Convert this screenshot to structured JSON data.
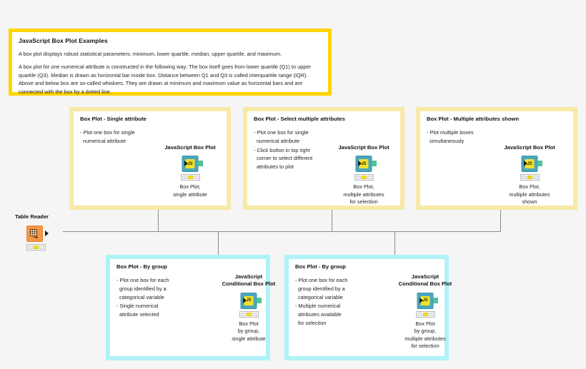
{
  "canvas": {
    "background": "#f5f5f5",
    "accent_yellow": "#FFD400",
    "group_yellow": "#f7e9a8",
    "group_cyan": "#b0f2f7",
    "node_js_color": "#4aa7bd",
    "node_reader_color": "#f79646"
  },
  "header_note": {
    "title": "JavaScript Box Plot Examples",
    "paragraph1": "A box plot displays robust statistical parameters: minimum, lower quartile, median, upper quartile, and maximum.",
    "paragraph2": "A box plot for one numerical attribute is constructed in the following way: The box itself goes from lower quartile (Q1) to upper quartile (Q3). Median is drawn as horizontal bar inside box. Distance between Q1 and Q3 is called interquartile range (IQR). Above and below box are so-called whiskers. They are drawn at minimum and maximum value as horizontal bars and are connected with the box by a dotted line."
  },
  "reader_node": {
    "title": "Table Reader",
    "icon": "table-grid-icon",
    "status": [
      "off",
      "on",
      "off"
    ]
  },
  "groups": [
    {
      "id": "single-attribute",
      "color": "yellow",
      "title": "Box Plot - Single attribute",
      "bullets": [
        "- Plot one box for single\n  numerical attribute"
      ],
      "node": {
        "title": "JavaScript Box Plot",
        "label": "Box Plot,\nsingle attribute",
        "icon": "js-icon",
        "status": [
          "off",
          "on",
          "off"
        ]
      }
    },
    {
      "id": "select-multiple-attributes",
      "color": "yellow",
      "title": "Box Plot - Select multiple attributes",
      "bullets": [
        "- Plot one box for single\n  numerical attribute",
        "- Click button in top right\n  corner to select different\n  attributes to plot"
      ],
      "node": {
        "title": "JavaScript Box Plot",
        "label": "Box Plot,\nmultiple attributes\nfor selection",
        "icon": "js-icon",
        "status": [
          "off",
          "on",
          "off"
        ]
      }
    },
    {
      "id": "multiple-attributes-shown",
      "color": "yellow",
      "title": "Box Plot - Multiple attributes shown",
      "bullets": [
        "- Plot multiple boxes\n  simultaneously"
      ],
      "node": {
        "title": "JavaScript Box Plot",
        "label": "Box Plot,\nmultiple attributes\nshown",
        "icon": "js-icon",
        "status": [
          "off",
          "on",
          "off"
        ]
      }
    },
    {
      "id": "by-group-single",
      "color": "cyan",
      "title": "Box Plot - By group",
      "bullets": [
        "- Plot one box for each\n  group identified by a\n  categorical variable",
        "- Single numerical\n  attribute selected"
      ],
      "node": {
        "title": "JavaScript\nConditional Box Plot",
        "label": "Box Plot\nby group,\nsingle attribute",
        "icon": "js-icon",
        "status": [
          "off",
          "on",
          "off"
        ]
      }
    },
    {
      "id": "by-group-multiple",
      "color": "cyan",
      "title": "Box Plot - By group",
      "bullets": [
        "- Plot one box for each\n  group identified by a\n  categorical variable",
        "- Multiple numerical\n  attributes available\n  for selection"
      ],
      "node": {
        "title": "JavaScript\nConditional Box Plot",
        "label": "Box Plot\nby group,\nmultiple attributes\nfor selection",
        "icon": "js-icon",
        "status": [
          "off",
          "on",
          "off"
        ]
      }
    }
  ]
}
